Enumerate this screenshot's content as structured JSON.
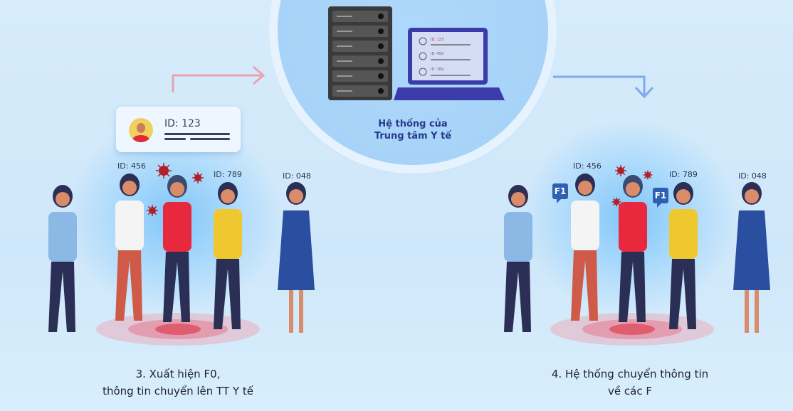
{
  "hub": {
    "title_line1": "Hệ thống của",
    "title_line2": "Trung tâm Y tế",
    "laptop_records": [
      "ID: 123",
      "ID: 456",
      "ID: 789"
    ]
  },
  "left_scene": {
    "card_id": "ID: 123",
    "labels": [
      "ID: 456",
      "ID: 789",
      "ID: 048"
    ],
    "caption_line1": "3. Xuất hiện F0,",
    "caption_line2": "thông tin chuyển lên TT Y tế"
  },
  "right_scene": {
    "labels": [
      "ID: 456",
      "ID: 789",
      "ID: 048"
    ],
    "badges": [
      "F1",
      "F1"
    ],
    "caption_line1": "4. Hệ thống chuyển thông tin",
    "caption_line2": "về các F"
  },
  "colors": {
    "arrow_up": "#e8a3ae",
    "arrow_down": "#7eaaf0",
    "title": "#253a8c",
    "virus": "#b0202a"
  }
}
